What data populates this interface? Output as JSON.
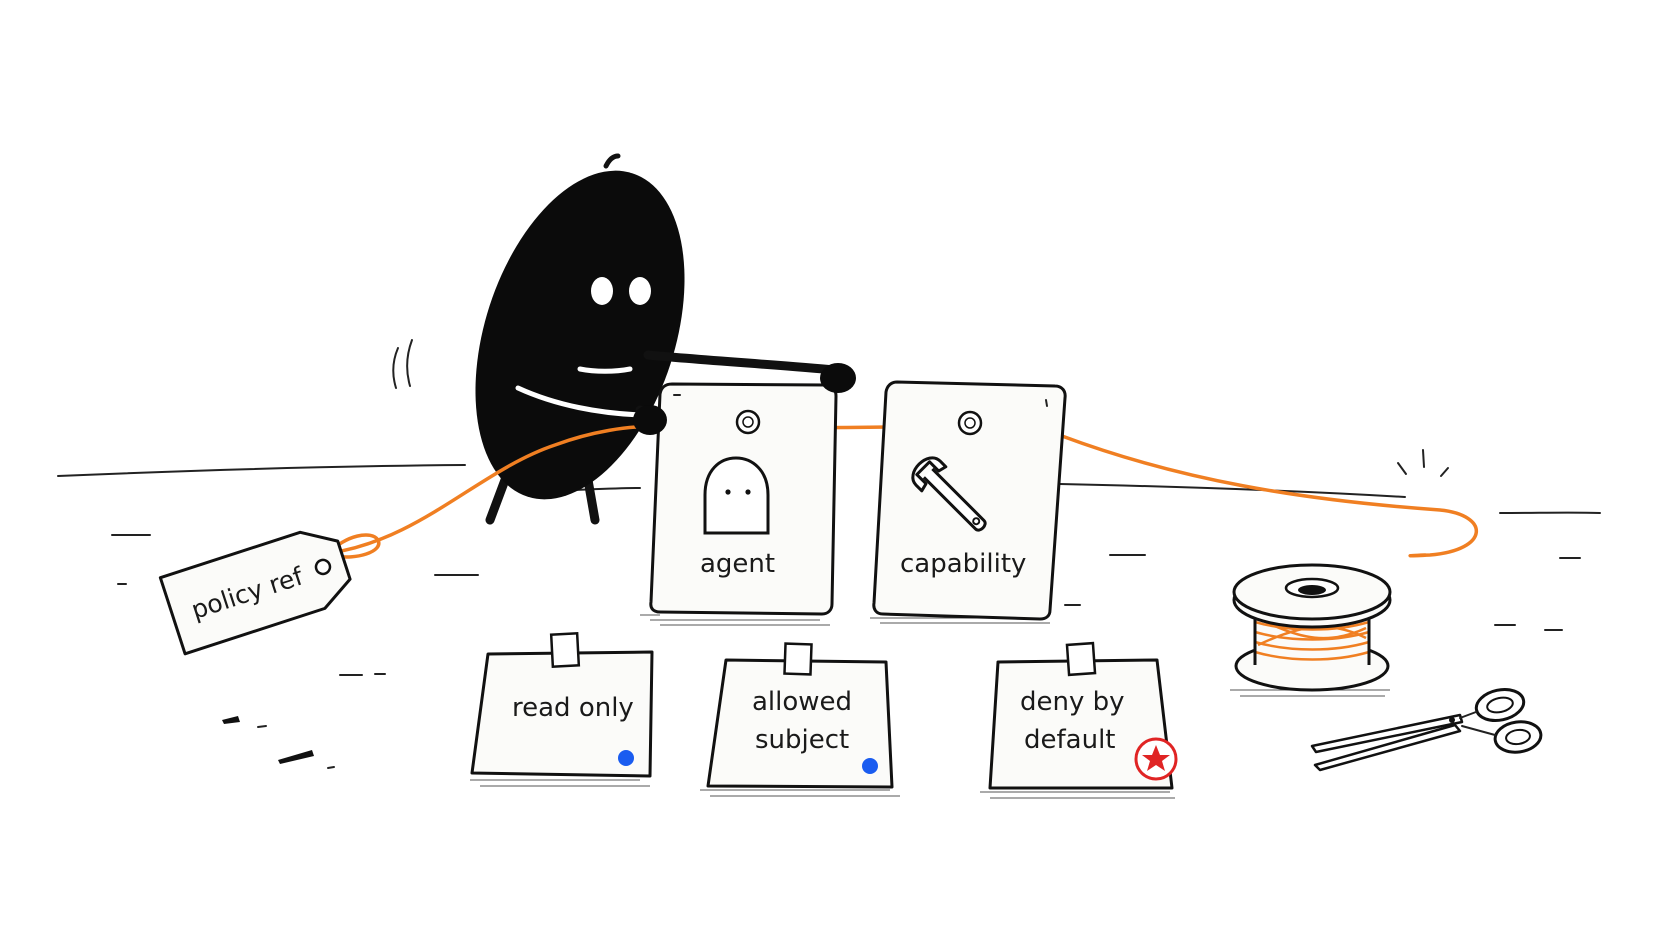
{
  "tag": {
    "label": "policy ref"
  },
  "cards": [
    {
      "label": "agent",
      "icon": "ghost-icon"
    },
    {
      "label": "capability",
      "icon": "wrench-icon"
    }
  ],
  "notes": [
    {
      "label_lines": [
        "read only"
      ],
      "marker": "blue-dot",
      "marker_color": "#1a5cf0"
    },
    {
      "label_lines": [
        "allowed",
        "subject"
      ],
      "marker": "blue-dot",
      "marker_color": "#1a5cf0"
    },
    {
      "label_lines": [
        "deny by",
        "default"
      ],
      "marker": "red-star-seal",
      "marker_color": "#e02424"
    }
  ],
  "colors": {
    "thread": "#f07f22",
    "ink": "#111111",
    "paper": "#fbfbf9"
  },
  "props": [
    "thread-spool",
    "scissors"
  ]
}
